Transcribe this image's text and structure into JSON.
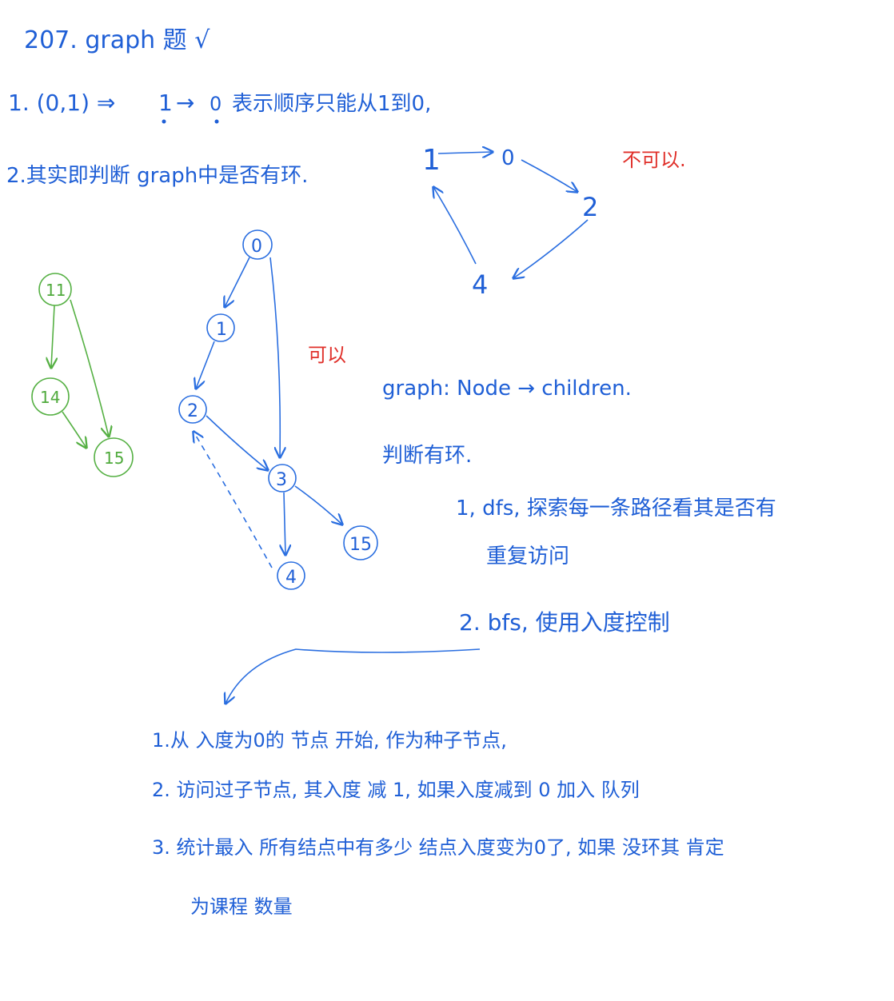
{
  "header": {
    "title": "207. graph 题 √"
  },
  "notes": {
    "line1_prefix": "1. (0,1) ⇒",
    "line1_one": "1",
    "line1_arrow": "→",
    "line1_zero": "0",
    "line1_text": "表示顺序只能从1到0,",
    "line2": "2.其实即判断 graph中是否有环."
  },
  "graph_cycle": {
    "nodes": [
      "1",
      "0",
      "2",
      "4"
    ],
    "verdict": "不可以."
  },
  "graph_dag": {
    "nodes": [
      "0",
      "1",
      "2",
      "3",
      "4",
      "15"
    ],
    "verdict": "可以"
  },
  "graph_green": {
    "nodes": [
      "11",
      "14",
      "15"
    ]
  },
  "method": {
    "definition": "graph:  Node → children.",
    "title": "判断有环.",
    "dfs_line1": "1, dfs, 探索每一条路径看其是否有",
    "dfs_line2": "重复访问",
    "bfs": "2. bfs, 使用入度控制"
  },
  "bfs_steps": {
    "step1": "1.从 入度为0的 节点 开始, 作为种子节点,",
    "step2": "2. 访问过子节点, 其入度 减 1, 如果入度减到 0 加入 队列",
    "step3": "3. 统计最入 所有结点中有多少 结点入度变为0了, 如果 没环其 肯定",
    "step4": "为课程 数量"
  },
  "colors": {
    "ink": "#1f5fd6",
    "red": "#e0302a",
    "green": "#4faa3c"
  }
}
